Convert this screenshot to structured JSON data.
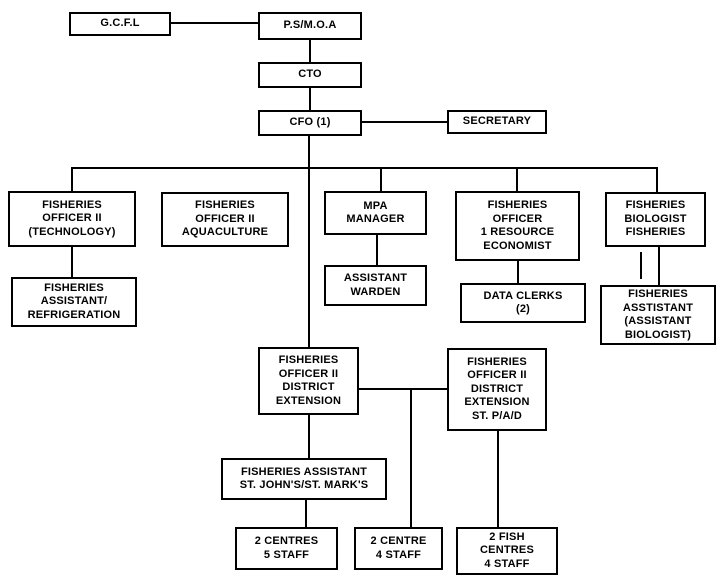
{
  "diagram": {
    "type": "org-chart",
    "background_color": "#ffffff",
    "box_border_color": "#000000",
    "text_color": "#000000",
    "nodes": {
      "gcfl": "G.C.F.L",
      "ps_moa": "P.S/M.O.A",
      "cto": "CTO",
      "cfo": "CFO (1)",
      "secretary": "SECRETARY",
      "fo2_technology": "FISHERIES\nOFFICER II\n(TECHNOLOGY)",
      "fo2_aquaculture": "FISHERIES\nOFFICER II\nAQUACULTURE",
      "mpa_manager": "MPA\nMANAGER",
      "fo1_resource_economist": "FISHERIES\nOFFICER\n1 RESOURCE\nECONOMIST",
      "fisheries_biologist": "FISHERIES\nBIOLOGIST\nFISHERIES",
      "fisheries_assistant_refrigeration": "FISHERIES\nASSISTANT/\nREFRIGERATION",
      "assistant_warden": "ASSISTANT\nWARDEN",
      "data_clerks": "DATA CLERKS\n(2)",
      "fisheries_assistant_biologist": "FISHERIES\nASSTISTANT\n(ASSISTANT\nBIOLOGIST)",
      "fo2_district_extension": "FISHERIES\nOFFICER II\nDISTRICT\nEXTENSION",
      "fo2_district_extension_stpad": "FISHERIES\nOFFICER II\nDISTRICT\nEXTENSION\nST. P/A/D",
      "fisheries_assistant_stjohns": "FISHERIES ASSISTANT\nST. JOHN'S/ST. MARK'S",
      "centres_2_5_staff": "2 CENTRES\n5 STAFF",
      "centre_2_4_staff": "2 CENTRE\n4 STAFF",
      "fish_centres_2_4_staff": "2 FISH\nCENTRES\n4 STAFF"
    },
    "edges": [
      {
        "from": "gcfl",
        "to": "ps_moa"
      },
      {
        "from": "ps_moa",
        "to": "cto"
      },
      {
        "from": "cto",
        "to": "cfo"
      },
      {
        "from": "cfo",
        "to": "secretary"
      },
      {
        "from": "cfo",
        "to": "fo2_technology"
      },
      {
        "from": "cfo",
        "to": "mpa_manager"
      },
      {
        "from": "cfo",
        "to": "fo1_resource_economist"
      },
      {
        "from": "cfo",
        "to": "fisheries_biologist"
      },
      {
        "from": "cfo",
        "to": "fo2_district_extension"
      },
      {
        "from": "fo2_technology",
        "to": "fisheries_assistant_refrigeration"
      },
      {
        "from": "mpa_manager",
        "to": "assistant_warden"
      },
      {
        "from": "fo1_resource_economist",
        "to": "data_clerks"
      },
      {
        "from": "fisheries_biologist",
        "to": "fisheries_assistant_biologist"
      },
      {
        "from": "fo2_district_extension",
        "to": "fo2_district_extension_stpad"
      },
      {
        "from": "fo2_district_extension",
        "to": "fisheries_assistant_stjohns"
      },
      {
        "from": "fisheries_assistant_stjohns",
        "to": "centres_2_5_staff"
      },
      {
        "from": "fo2_district_extension",
        "to": "centre_2_4_staff"
      },
      {
        "from": "fo2_district_extension_stpad",
        "to": "fish_centres_2_4_staff"
      }
    ]
  }
}
